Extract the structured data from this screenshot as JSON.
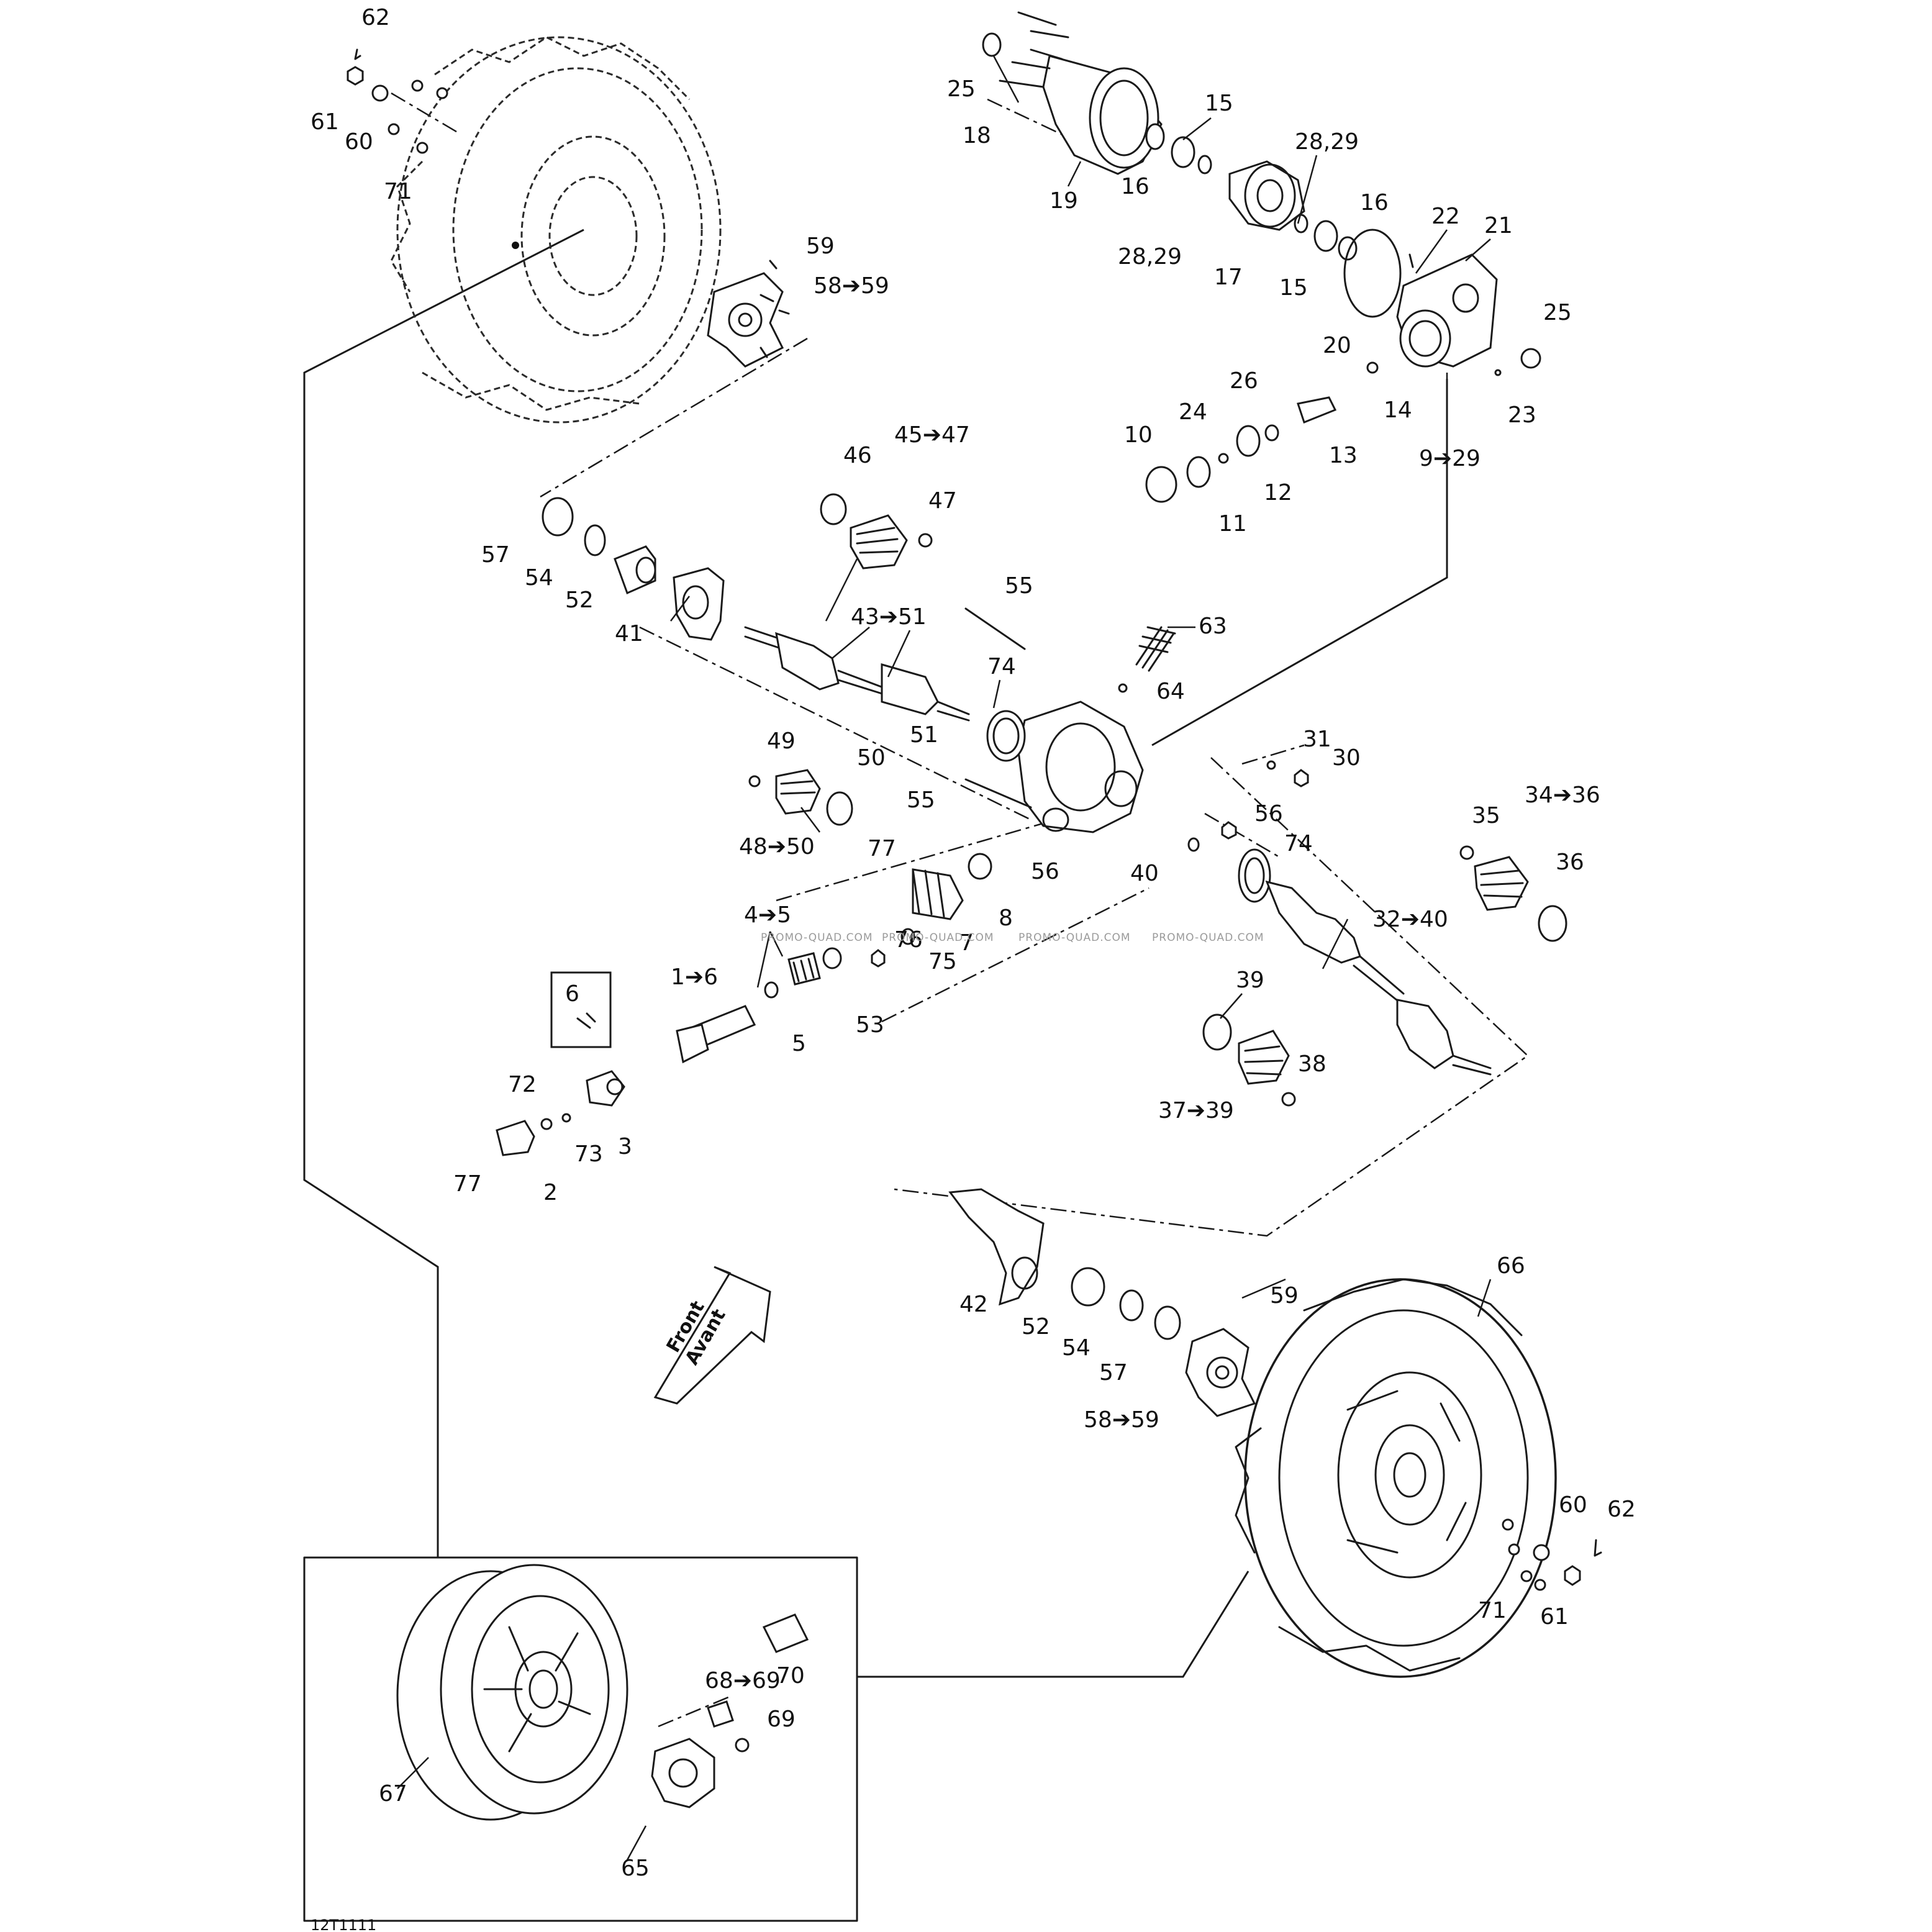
{
  "diagram_code": "12T1111",
  "watermark": "PROMO-QUAD.COM",
  "front_arrow": {
    "line1": "Front",
    "line2": "Avant"
  },
  "callouts": {
    "c62a": "62",
    "c61a": "61",
    "c60a": "60",
    "c71a": "71",
    "c59a": "59",
    "c58a": "58➔59",
    "c25a": "25",
    "c18": "18",
    "c19": "19",
    "c15a": "15",
    "c16a": "16",
    "c28a": "28,29",
    "c28b": "28,29",
    "c17": "17",
    "c16b": "16",
    "c15b": "15",
    "c22": "22",
    "c21": "21",
    "c20": "20",
    "c25b": "25",
    "c23": "23",
    "c26": "26",
    "c24": "24",
    "c14": "14",
    "c13": "13",
    "c12": "12",
    "c11": "11",
    "c10": "10",
    "c9": "9➔29",
    "c45": "45➔47",
    "c46": "46",
    "c47": "47",
    "c57a": "57",
    "c54a": "54",
    "c52a": "52",
    "c41": "41",
    "c43": "43➔51",
    "c55a": "55",
    "c63": "63",
    "c64": "64",
    "c74a": "74",
    "c51": "51",
    "c49": "49",
    "c50": "50",
    "c48": "48➔50",
    "c55b": "55",
    "c31": "31",
    "c30": "30",
    "c56a": "56",
    "c74b": "74",
    "c34": "34➔36",
    "c35": "35",
    "c36": "36",
    "c77a": "77",
    "c56b": "56",
    "c40": "40",
    "c8": "8",
    "c7": "7",
    "c45b": "4➔5",
    "c76": "76",
    "c75": "75",
    "c32": "32➔40",
    "c1": "1➔6",
    "c5": "5",
    "c53": "53",
    "c6": "6",
    "c39": "39",
    "c38": "38",
    "c37": "37➔39",
    "c72": "72",
    "c73": "73",
    "c3": "3",
    "c77b": "77",
    "c2": "2",
    "c42": "42",
    "c52b": "52",
    "c54b": "54",
    "c57b": "57",
    "c59b": "59",
    "c58b": "58➔59",
    "c66": "66",
    "c60b": "60",
    "c62b": "62",
    "c71b": "71",
    "c61b": "61",
    "c70": "70",
    "c68": "68➔69",
    "c69": "69",
    "c67": "67",
    "c65": "65"
  }
}
